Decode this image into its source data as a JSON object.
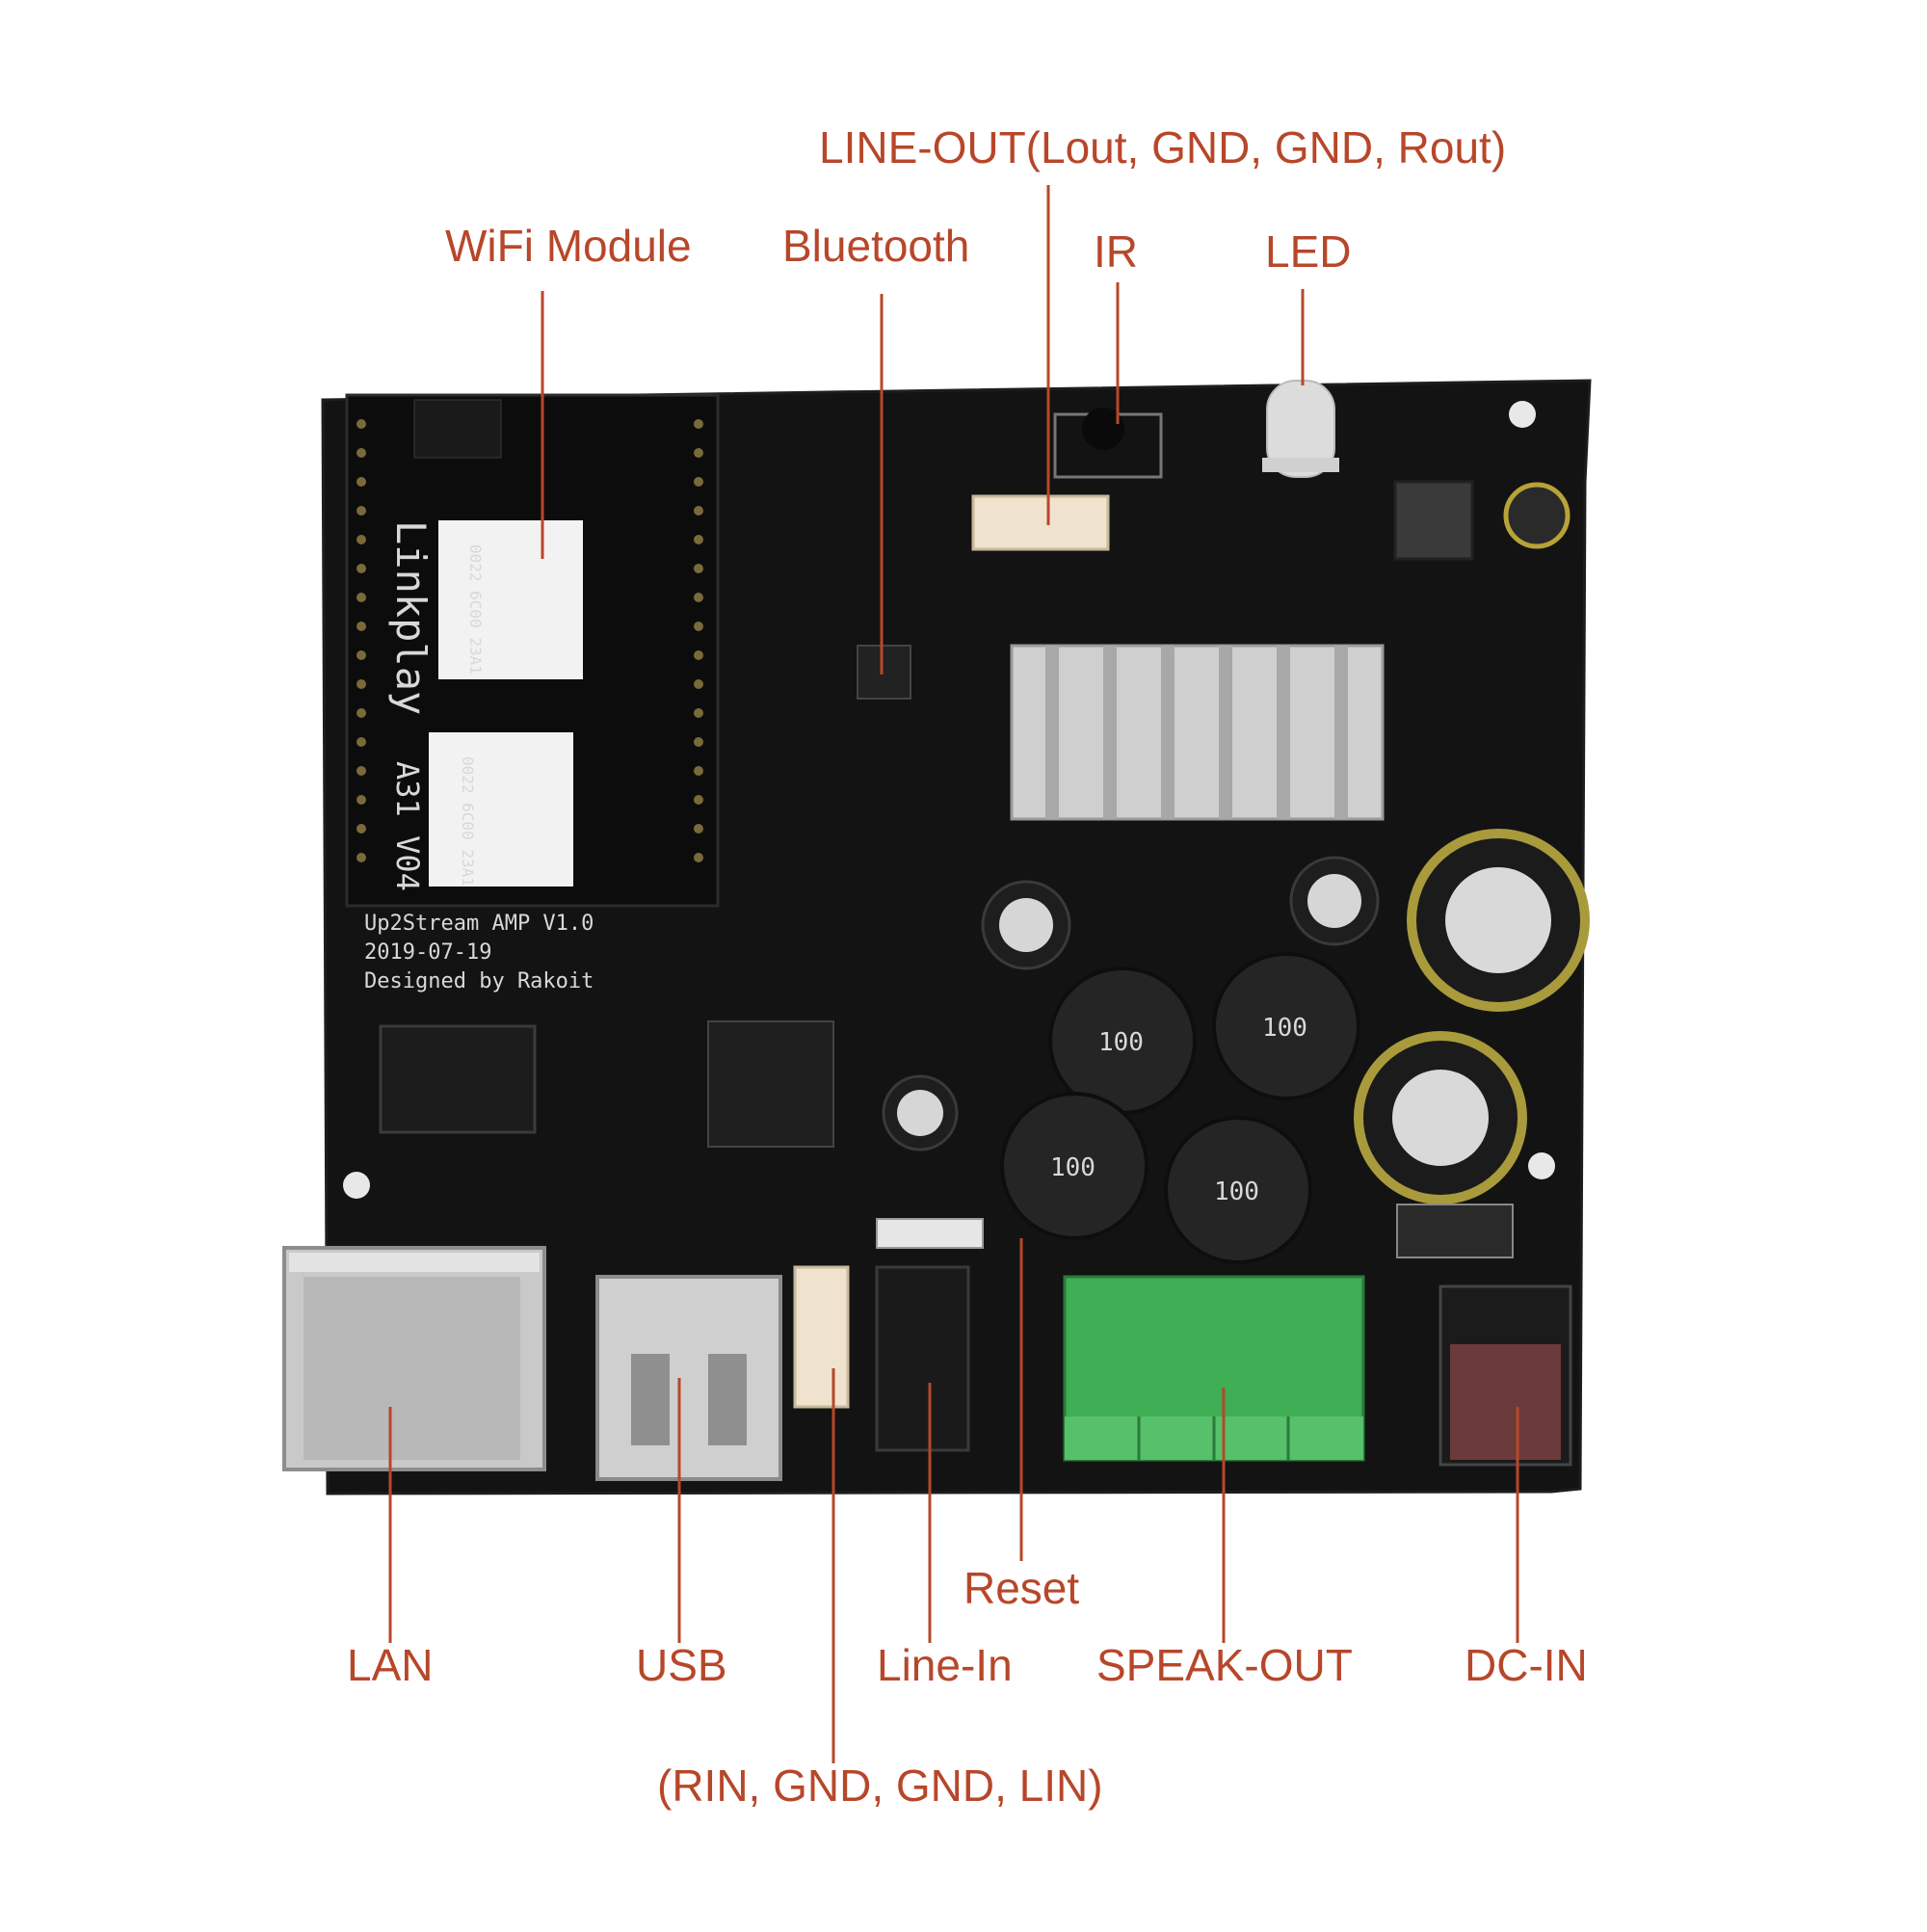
{
  "labels": {
    "line_out": "LINE-OUT(Lout, GND, GND, Rout)",
    "wifi": "WiFi Module",
    "bluetooth": "Bluetooth",
    "ir": "IR",
    "led": "LED",
    "lan": "LAN",
    "usb": "USB",
    "line_in": "Line-In",
    "reset": "Reset",
    "speak_out": "SPEAK-OUT",
    "dc_in": "DC-IN",
    "line_in_pins": "(RIN, GND, GND, LIN)"
  },
  "board": {
    "module_brand": "Linkplay",
    "module_model": "A31 V04",
    "board_name": "Up2Stream AMP V1.0",
    "board_date": "2019-07-19",
    "designer": "Designed by Rakoit",
    "chip_code": "0022 6C00 23A1",
    "inductor_value": "100"
  },
  "colors": {
    "label": "#b7472a",
    "leader_line": "#b7472a",
    "pcb": "#121212",
    "terminal_block": "#3fae55"
  }
}
